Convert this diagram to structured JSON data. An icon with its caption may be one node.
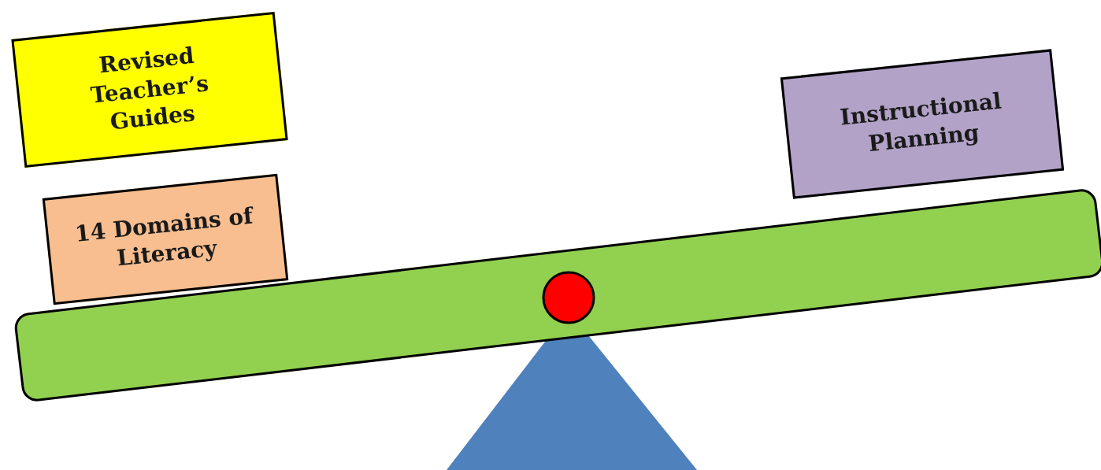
{
  "diagram": {
    "nodes": [
      {
        "text": [
          "Revised Teacher’s Guides"
        ]
      },
      {
        "text": [
          "14 Domains of Literacy"
        ]
      },
      {
        "text": [
          "Instructional Planning"
        ]
      }
    ]
  }
}
